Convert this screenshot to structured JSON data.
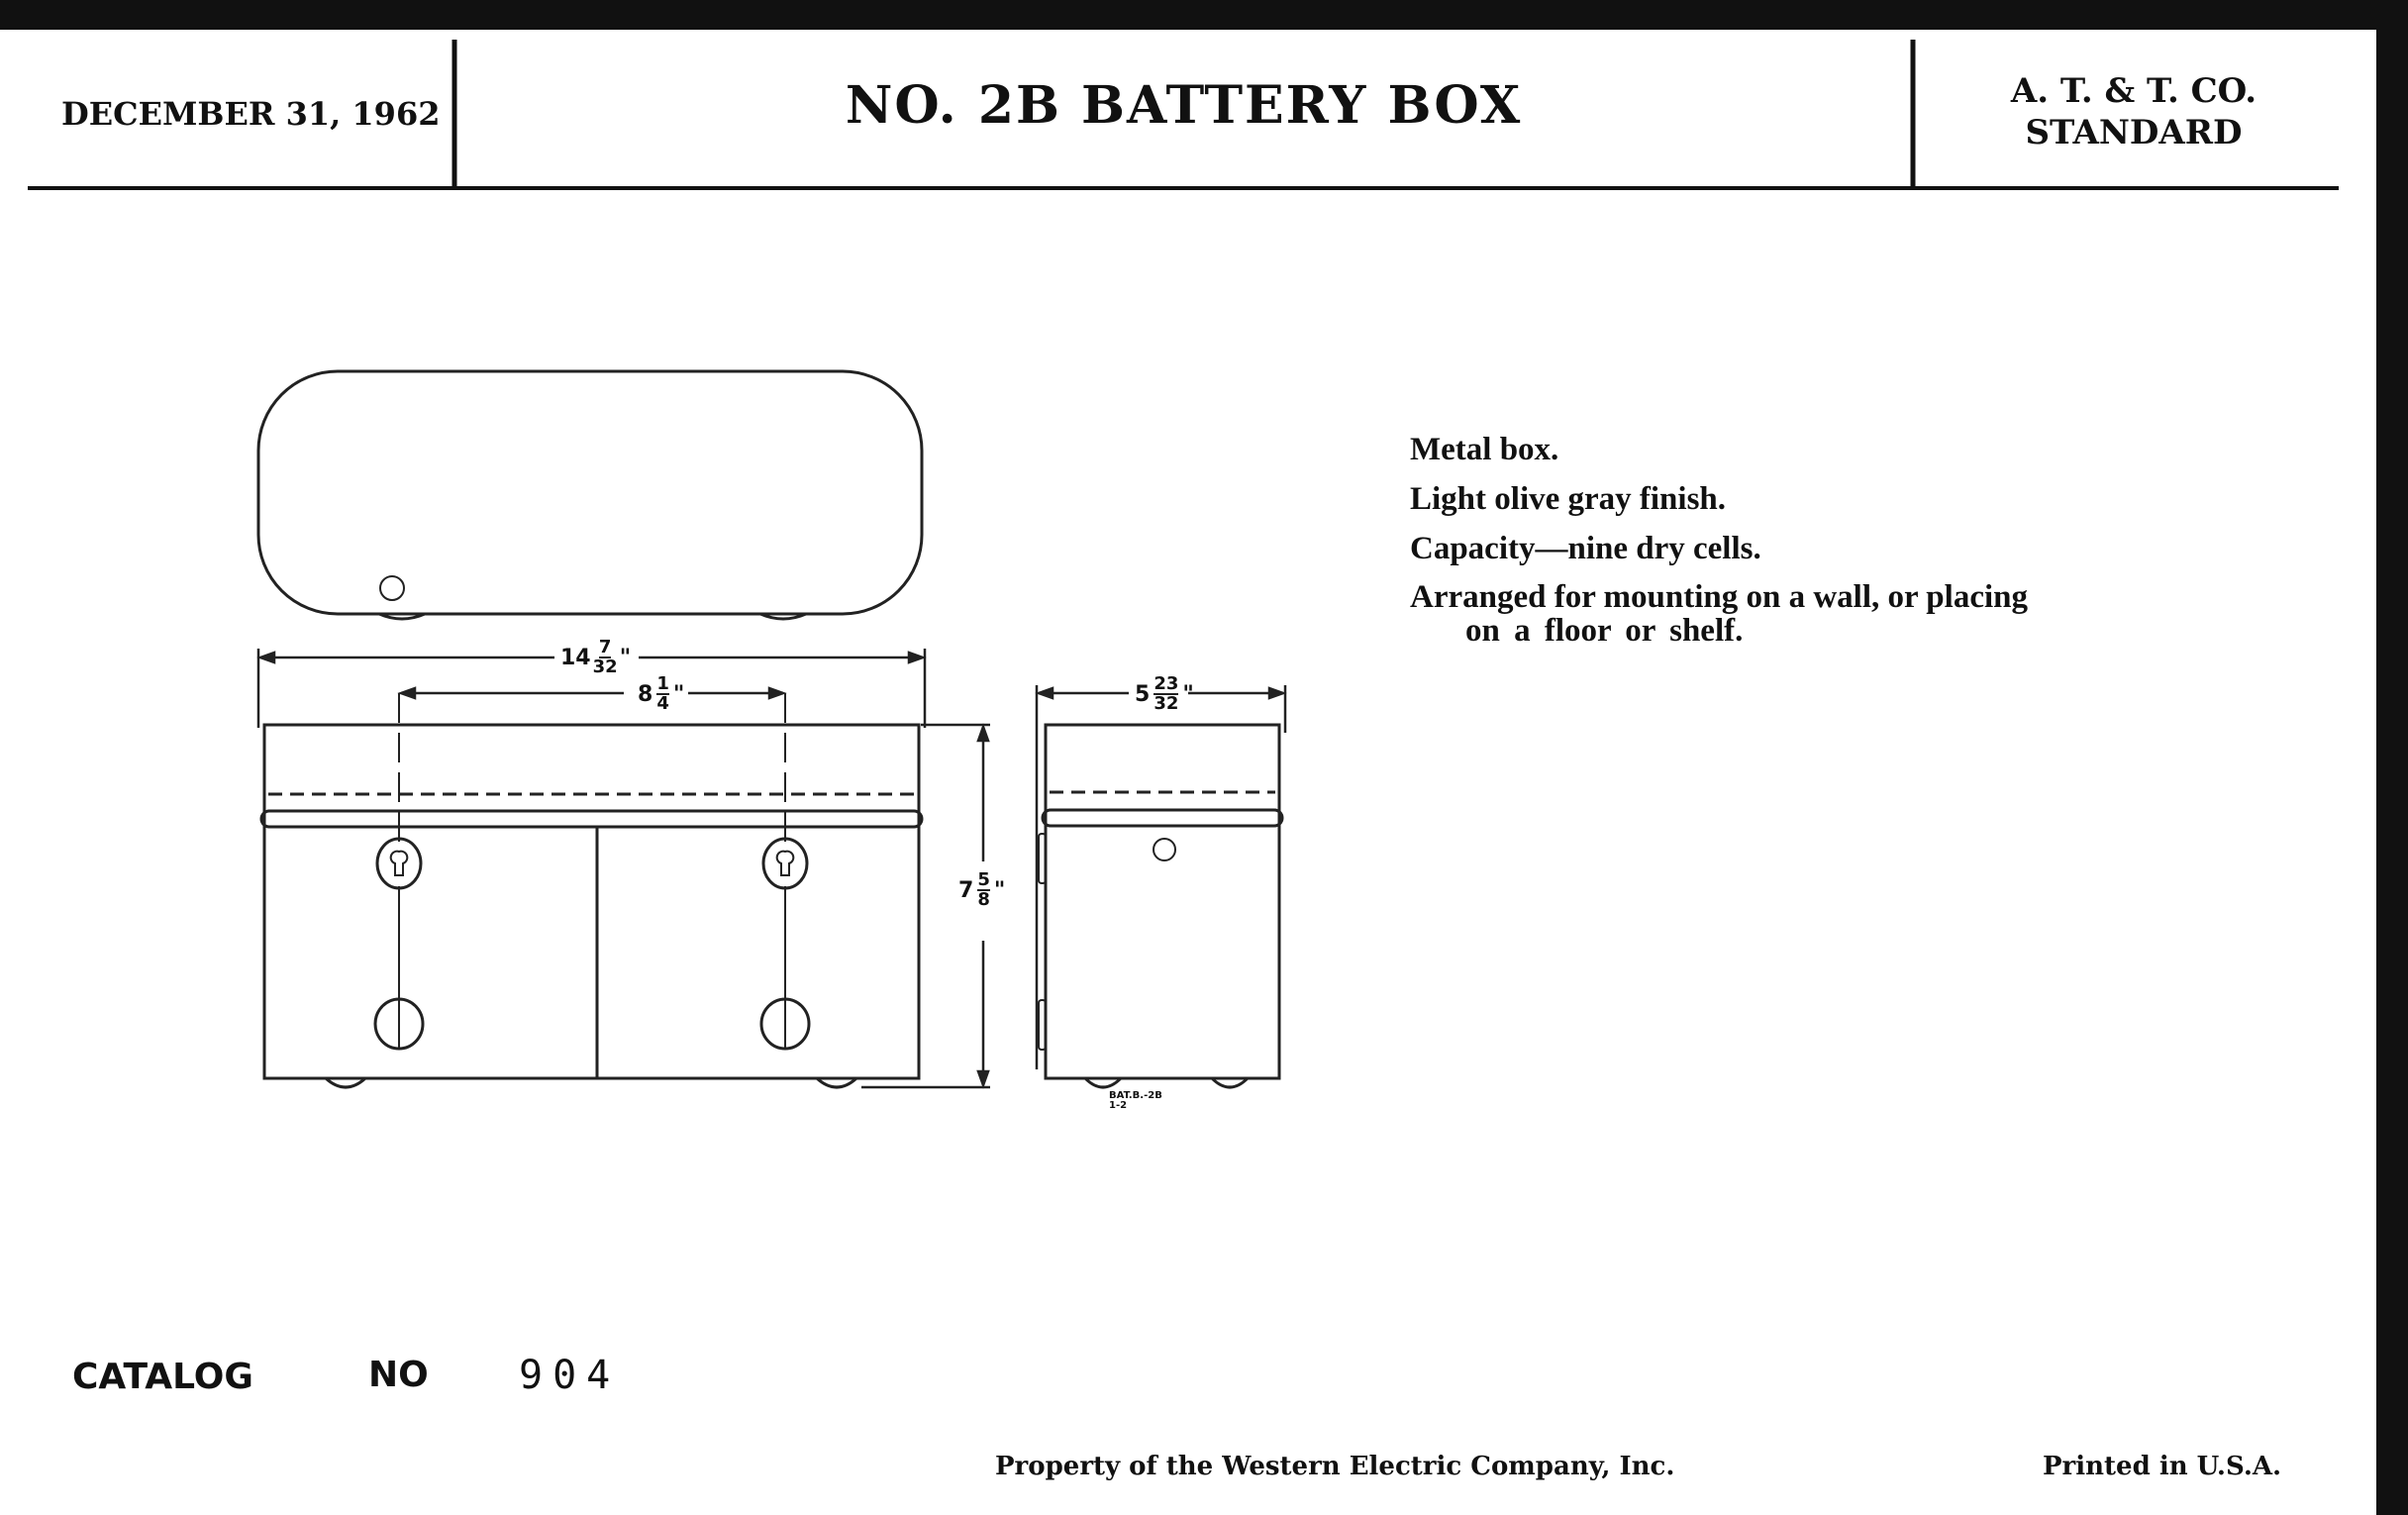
{
  "header": {
    "date": "DECEMBER 31, 1962",
    "title": "NO. 2B BATTERY BOX",
    "standard_line1": "A. T. & T. CO.",
    "standard_line2": "STANDARD"
  },
  "drawing": {
    "overall_width": {
      "whole": "14",
      "num": "7",
      "den": "32"
    },
    "mount_spacing": {
      "whole": "8",
      "num": "1",
      "den": "4"
    },
    "height": {
      "whole": "7",
      "num": "5",
      "den": "8"
    },
    "depth": {
      "whole": "5",
      "num": "23",
      "den": "32"
    },
    "drawing_code_1": "BAT.B.-2B",
    "drawing_code_2": "1-2"
  },
  "specs": [
    "Metal box.",
    "Light olive gray finish.",
    "Capacity—nine dry cells.",
    "Arranged for mounting on a wall, or placing",
    "on a floor or shelf."
  ],
  "catalog": {
    "label": "CATALOG",
    "no_label": "NO",
    "number": "904"
  },
  "footer": {
    "property": "Property of the Western Electric Company, Inc.",
    "printed": "Printed in U.S.A."
  }
}
